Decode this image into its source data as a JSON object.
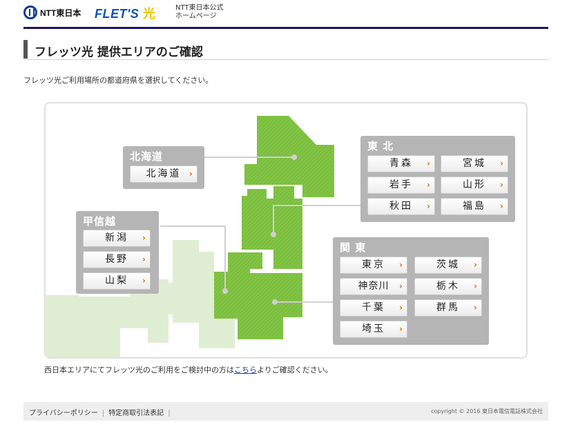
{
  "header": {
    "ntt_logo": "NTT東日本",
    "flets_logo": "FLET'S",
    "flets_hikari": "光",
    "official_line1": "NTT東日本公式",
    "official_line2": "ホームページ"
  },
  "page_title": "フレッツ光 提供エリアのご確認",
  "lead": "フレッツ光ご利用場所の都道府県を選択してください。",
  "regions": {
    "hokkaido": {
      "title": "北海道",
      "prefs": [
        "北海道"
      ]
    },
    "tohoku": {
      "title": "東 北",
      "prefs": [
        "青森",
        "宮城",
        "岩手",
        "山形",
        "秋田",
        "福島"
      ]
    },
    "koshinetsu": {
      "title": "甲信越",
      "prefs": [
        "新潟",
        "長野",
        "山梨"
      ]
    },
    "kanto": {
      "title": "関 東",
      "prefs": [
        "東京",
        "茨城",
        "神奈川",
        "栃木",
        "千葉",
        "群馬",
        "埼玉"
      ]
    }
  },
  "arrow": "›",
  "note": {
    "before": "西日本エリアにてフレッツ光のご利用をご検討中の方は",
    "link": "こちら",
    "after": "よりご確認ください。"
  },
  "footer": {
    "privacy": "プライバシーポリシー",
    "commerce": "特定商取引法表記",
    "copyright": "copyright © 2016 東日本電信電話株式会社"
  },
  "colors": {
    "header_rule": "#1b1464",
    "map_east": "#7cbf3f",
    "map_west": "#dfeed2",
    "region_box": "#b5b5b5",
    "arrow": "#e06d00",
    "link": "#1a3fa0"
  }
}
